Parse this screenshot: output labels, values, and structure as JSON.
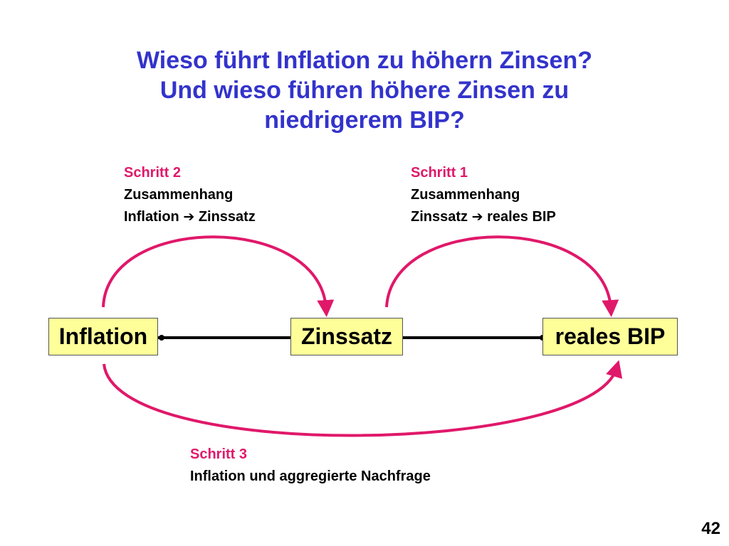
{
  "title": {
    "line1": "Wieso führt Inflation zu höhern Zinsen?",
    "line2": "Und wieso führen höhere Zinsen zu",
    "line3": "niedrigerem BIP?"
  },
  "nodes": {
    "inflation": "Inflation",
    "zinssatz": "Zinssatz",
    "bip": "reales BIP"
  },
  "steps": {
    "step2": {
      "head": "Schritt 2",
      "line1": "Zusammenhang",
      "from": "Inflation",
      "arrow": "➔",
      "to": "Zinssatz"
    },
    "step1": {
      "head": "Schritt 1",
      "line1": "Zusammenhang",
      "from": "Zinssatz",
      "arrow": "➔",
      "to": "reales BIP"
    },
    "step3": {
      "head": "Schritt 3",
      "line1": "Inflation und aggregierte Nachfrage"
    }
  },
  "page_number": "42",
  "colors": {
    "title": "#3333cc",
    "step_head": "#e0186a",
    "arc": "#e0186a",
    "box_fill": "#ffff99"
  }
}
